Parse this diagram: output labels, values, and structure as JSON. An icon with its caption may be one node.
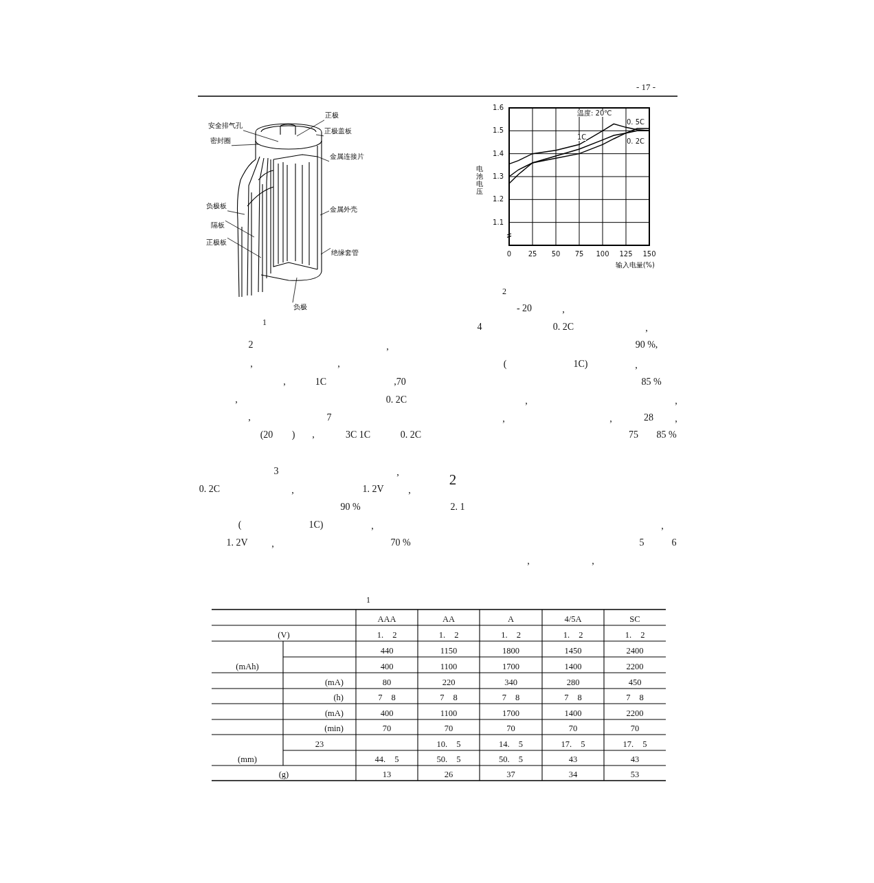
{
  "diagram": {
    "nodes": [
      {
        "text": [
          "正极"
        ]
      },
      {
        "text": [
          "安全排气孔"
        ]
      },
      {
        "text": [
          "正极盖板"
        ]
      },
      {
        "text": [
          "密封圈"
        ]
      },
      {
        "text": [
          "金属连接片"
        ]
      },
      {
        "text": [
          "负极板"
        ]
      },
      {
        "text": [
          "金属外壳"
        ]
      },
      {
        "text": [
          "隔板"
        ]
      },
      {
        "text": [
          "正极板"
        ]
      },
      {
        "text": [
          "绝缘套管"
        ]
      },
      {
        "text": [
          "负极"
        ]
      },
      {
        "text": [],
        "shape": "picture"
      }
    ],
    "edges": [
      {
        "from": 0,
        "to": 11,
        "arrow": "none"
      },
      {
        "from": 1,
        "to": 11,
        "arrow": "none"
      },
      {
        "from": 2,
        "to": 11,
        "arrow": "none"
      },
      {
        "from": 3,
        "to": 11,
        "arrow": "none"
      },
      {
        "from": 4,
        "to": 11,
        "arrow": "none"
      },
      {
        "from": 5,
        "to": 11,
        "arrow": "none"
      },
      {
        "from": 6,
        "to": 11,
        "arrow": "none"
      },
      {
        "from": 7,
        "to": 11,
        "arrow": "none"
      },
      {
        "from": 8,
        "to": 11,
        "arrow": "none"
      },
      {
        "from": 9,
        "to": 11,
        "arrow": "none"
      },
      {
        "from": 10,
        "to": 11,
        "arrow": "none"
      }
    ],
    "labels": [
      "- 17 -",
      "1",
      "2",
      ",",
      ",",
      ",",
      ",",
      "1C",
      ",70",
      ",",
      "0. 2C",
      ",",
      "7",
      "(20",
      ")",
      ",",
      "3C 1C",
      "0. 2C",
      "2",
      "- 20",
      ",",
      "4",
      "0. 2C",
      ",",
      "90 %,",
      "(",
      "1C)",
      ",",
      "85 %",
      ",",
      ",",
      ",",
      ",",
      "28",
      ",",
      "75",
      "85 %",
      "3",
      ",",
      "0. 2C",
      ",",
      "1. 2V",
      ",",
      "90 %",
      "(",
      "1C)",
      ",",
      "1. 2V",
      ",",
      "70 %",
      "2",
      "2. 1",
      ",",
      "5",
      "6",
      ",",
      ",",
      "1",
      "AAA",
      "AA",
      "A",
      "4/5A",
      "SC",
      "(V)",
      "1. 2",
      "1. 2",
      "1. 2",
      "1. 2",
      "1. 2",
      "440",
      "1150",
      "1800",
      "1450",
      "2400",
      "(mAh)",
      "400",
      "1100",
      "1700",
      "1400",
      "2200",
      "(mA)",
      "80",
      "220",
      "340",
      "280",
      "450",
      "(h)",
      "7 8",
      "7 8",
      "7 8",
      "7 8",
      "7 8",
      "(mA)",
      "400",
      "1100",
      "1700",
      "1400",
      "2200",
      "(min)",
      "70",
      "70",
      "70",
      "70",
      "70",
      "23",
      "10. 5",
      "14. 5",
      "17. 5",
      "17. 5",
      "(mm)",
      "44. 5",
      "50. 5",
      "50. 5",
      "43",
      "43",
      "(g)",
      "13",
      "26",
      "37",
      "34",
      "53"
    ],
    "chart_data": {
      "type": "line",
      "title": "温度: 20℃",
      "xlabel": "输入电量(%)",
      "ylabel": "电池电压",
      "x": [
        0,
        10,
        25,
        50,
        75,
        100,
        112,
        125,
        137,
        150
      ],
      "series": [
        {
          "name": "1C",
          "color": "#000000",
          "values": [
            1.355,
            1.37,
            1.4,
            1.415,
            1.44,
            1.5,
            1.53,
            1.515,
            1.505,
            1.5
          ]
        },
        {
          "name": "0. 5C",
          "color": "#000000",
          "values": [
            1.27,
            1.31,
            1.36,
            1.38,
            1.4,
            1.44,
            1.465,
            1.49,
            1.51,
            1.51
          ]
        },
        {
          "name": "0. 2C",
          "color": "#000000",
          "values": [
            1.3,
            1.33,
            1.36,
            1.39,
            1.42,
            1.46,
            1.48,
            1.49,
            1.5,
            1.5
          ]
        }
      ],
      "xlim": [
        0,
        150
      ],
      "ylim": [
        1.0,
        1.6
      ],
      "xticks": [
        0,
        25,
        50,
        75,
        100,
        125,
        150
      ],
      "yticks": [
        1.1,
        1.2,
        1.3,
        1.4,
        1.5,
        1.6
      ],
      "grid": true
    }
  }
}
